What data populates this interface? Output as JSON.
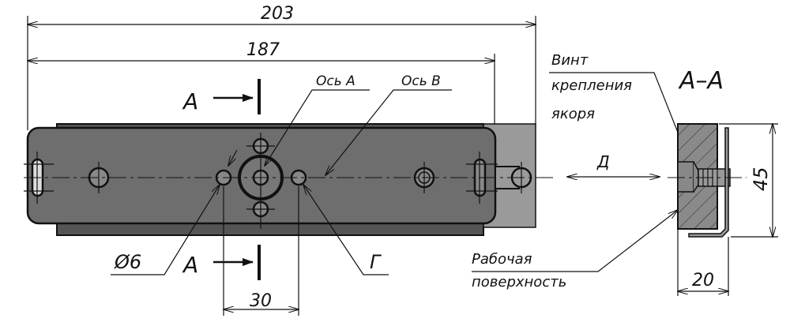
{
  "dimensions": {
    "overall_length": "203",
    "inner_length": "187",
    "hole_spacing": "30",
    "section_height": "45",
    "section_width": "20"
  },
  "section_marks": {
    "upper": "А",
    "lower": "А",
    "section_title": "А–А"
  },
  "labels": {
    "axis_a": "Ось А",
    "axis_b": "Ось В",
    "diameter": "Ø6",
    "mark_g": "Г",
    "distance_d": "Д",
    "screw_line1": "Винт",
    "screw_line2": "крепления",
    "screw_line3": "якоря",
    "surface_line1": "Рабочая",
    "surface_line2": "поверхность"
  },
  "colors": {
    "plate": "#6e6e6e",
    "side_block": "#9a9a9a",
    "line": "#111111"
  }
}
